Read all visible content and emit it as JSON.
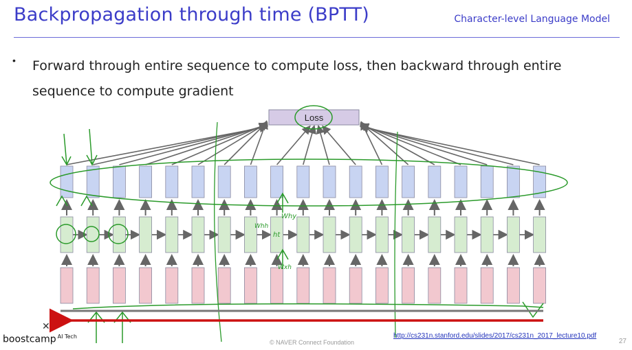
{
  "header": {
    "title": "Backpropagation through time (BPTT)",
    "subtitle": "Character-level Language Model"
  },
  "bullet": {
    "text": "Forward through entire sequence to compute loss, then backward through entire sequence to compute gradient"
  },
  "diagram": {
    "loss_label": "Loss",
    "timesteps": 19,
    "colors": {
      "output": "#c8d4f2",
      "hidden": "#d6ecd0",
      "input": "#f2c8cf",
      "loss": "#d6cbe6",
      "box_stroke": "#8a8aa0",
      "arrow": "#666666",
      "annotation": "#2a9a2a",
      "backward_arrow": "#cc1111"
    },
    "annotations": [
      "Why",
      "Whh",
      "ht",
      "Wxh"
    ]
  },
  "footer": {
    "logo": "boostcamp",
    "logo_small": "AI Tech",
    "close_mark": "✕",
    "copyright": "© NAVER Connect Foundation",
    "link": "http://cs231n.stanford.edu/slides/2017/cs231n_2017_lecture10.pdf",
    "page": "27"
  }
}
